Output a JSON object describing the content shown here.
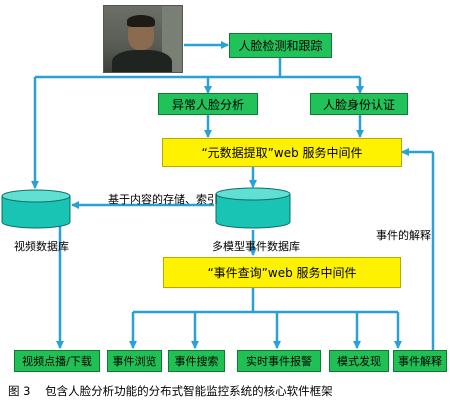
{
  "nodes": {
    "face_tracking": "人脸检测和跟踪",
    "abnormal_face": "异常人脸分析",
    "face_identity": "人脸身份认证",
    "metadata_middleware": "“元数据提取”web 服务中间件",
    "video_db": "视频数据库",
    "event_db": "多模型事件数据库",
    "event_query_middleware": "“事件查询”web 服务中间件",
    "bottom": [
      "视频点播/下载",
      "事件浏览",
      "事件搜索",
      "实时事件报警",
      "模式发现",
      "事件解释"
    ]
  },
  "edge_labels": {
    "content_storage": "基于内容的存储、索引",
    "event_interpret": "事件的解释"
  },
  "caption": "图 3    包含人脸分析功能的分布式智能监控系统的核心软件框架",
  "colors": {
    "arrow": "#2aa0d8",
    "green": "#22c25a",
    "yellow": "#fff200",
    "cylinder": "#19c4b4"
  }
}
